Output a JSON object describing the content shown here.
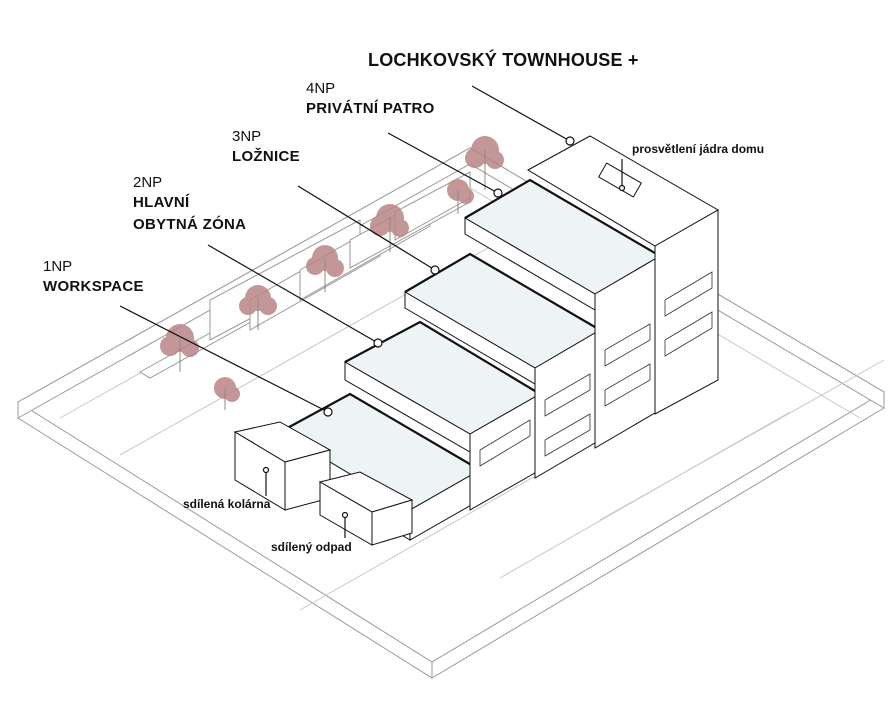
{
  "title": "LOCHKOVSKÝ TOWNHOUSE +",
  "floors": [
    {
      "code": "4NP",
      "name": "PRIVÁTNÍ PATRO"
    },
    {
      "code": "3NP",
      "name": "LOŽNICE"
    },
    {
      "code": "2NP",
      "name": "HLAVNÍ",
      "name2": "OBYTNÁ ZÓNA"
    },
    {
      "code": "1NP",
      "name": "WORKSPACE"
    }
  ],
  "callouts": {
    "skylight": "prosvětlení jádra domu",
    "bike_room": "sdílená kolárna",
    "waste": "sdílený odpad"
  },
  "colors": {
    "line": "#111111",
    "thin_line": "#8a8a8a",
    "tree": "#b98587",
    "glass": "#eef3f5"
  }
}
